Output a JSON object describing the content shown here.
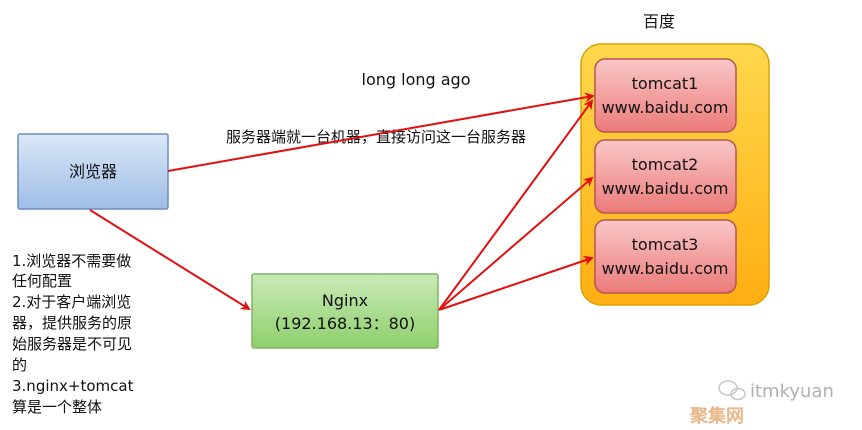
{
  "title": "百度",
  "top_label": "long long ago",
  "middle_label": "服务器端就一台机器，直接访问这一台服务器",
  "browser_label": "浏览器",
  "nginx": {
    "line1": "Nginx",
    "line2": "(192.168.13：80)"
  },
  "servers": [
    {
      "line1": "tomcat1",
      "line2": "www.baidu.com"
    },
    {
      "line1": "tomcat2",
      "line2": "www.baidu.com"
    },
    {
      "line1": "tomcat3",
      "line2": "www.baidu.com"
    }
  ],
  "notes": [
    "1.浏览器不需要做",
    "任何配置",
    "2.对于客户端浏览",
    "器，提供服务的原",
    "始服务器是不可见",
    "的",
    "3.nginx+tomcat",
    "算是一个整体"
  ],
  "watermark": {
    "handle": "itmkyuan",
    "site": "聚集网"
  },
  "colors": {
    "arrow": "#e21010",
    "browser_fill": "#c7d8f0",
    "browser_stroke": "#6c8ebf",
    "nginx_fill": "#a9db8f",
    "nginx_stroke": "#82b366",
    "cluster_fill": "#ffc61a",
    "cluster_stroke": "#d6a400",
    "server_fill": "#f29b9b",
    "server_stroke": "#b85450"
  }
}
